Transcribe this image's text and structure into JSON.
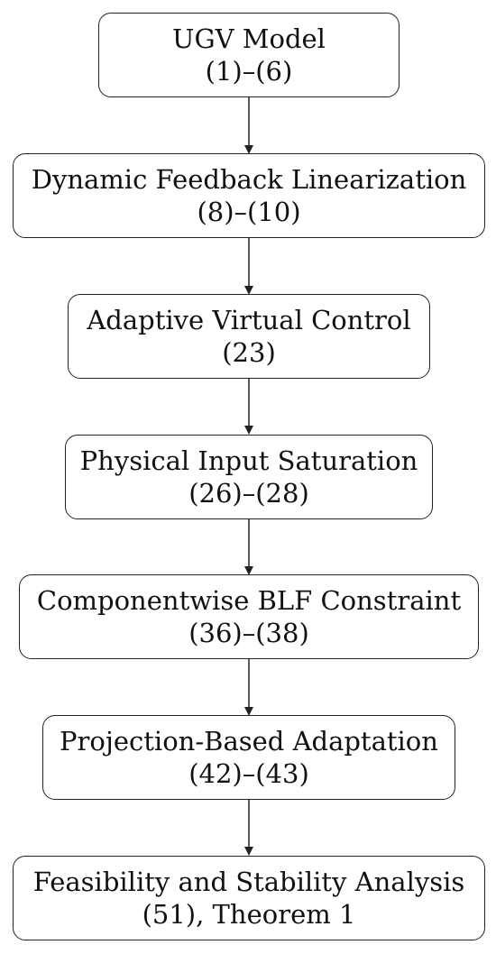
{
  "steps": [
    {
      "title": "UGV Model",
      "ref": "(1)–(6)"
    },
    {
      "title": "Dynamic Feedback Linearization",
      "ref": "(8)–(10)"
    },
    {
      "title": "Adaptive Virtual Control",
      "ref": "(23)"
    },
    {
      "title": "Physical Input Saturation",
      "ref": "(26)–(28)"
    },
    {
      "title": "Componentwise BLF Constraint",
      "ref": "(36)–(38)"
    },
    {
      "title": "Projection-Based Adaptation",
      "ref": "(42)–(43)"
    },
    {
      "title": "Feasibility and Stability Analysis",
      "ref": "(51), Theorem 1"
    }
  ]
}
